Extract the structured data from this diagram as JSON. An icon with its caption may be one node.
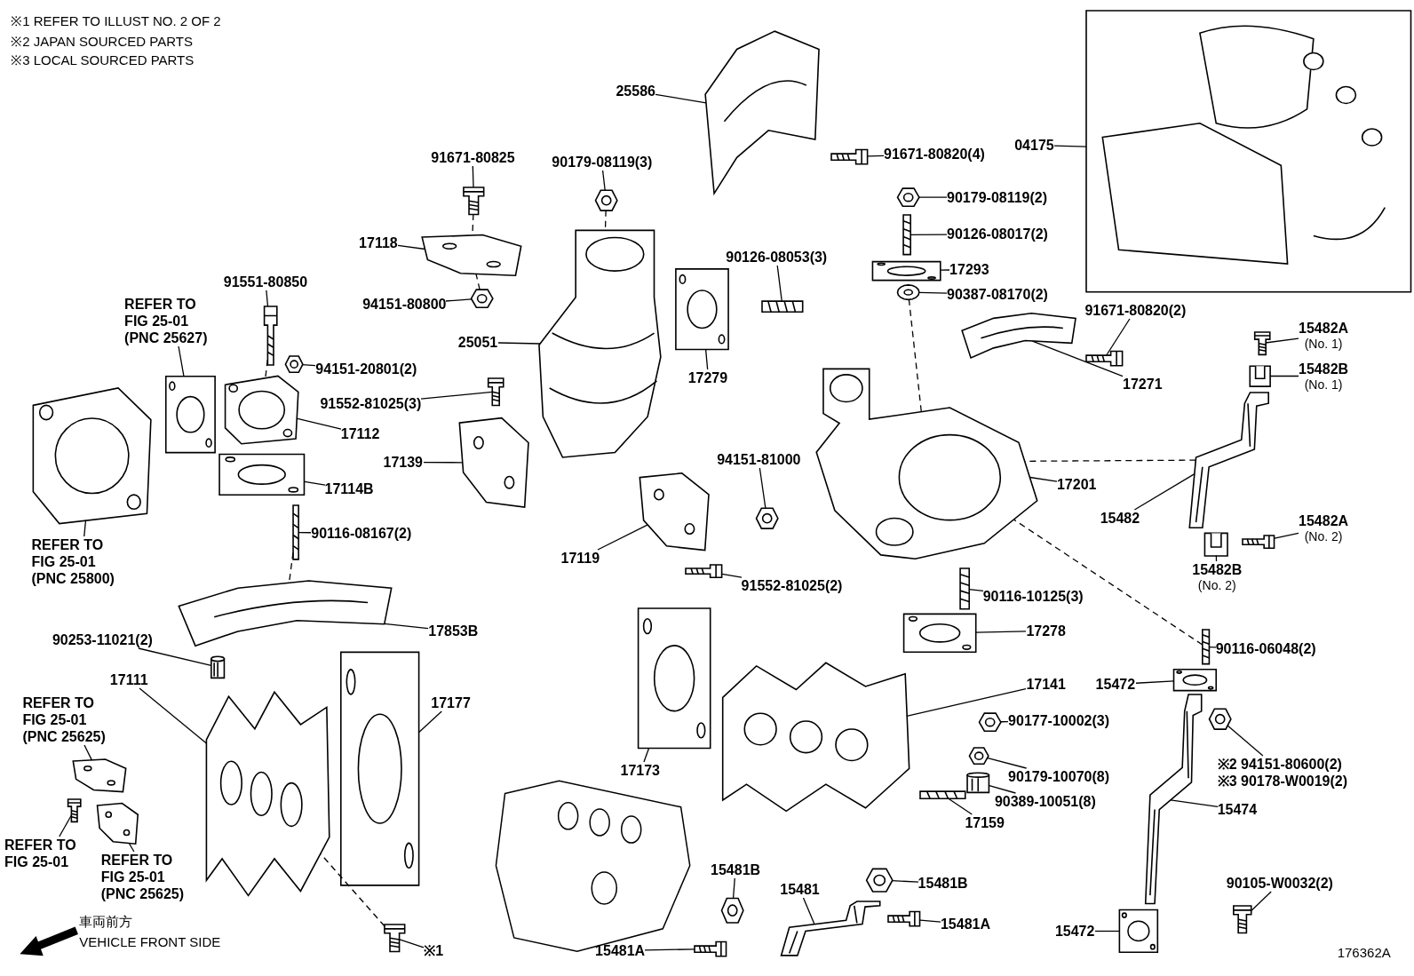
{
  "diagram": {
    "nodes": [
      {
        "text": [
          "25586"
        ]
      },
      {
        "text": [],
        "shape": "picture"
      },
      {
        "text": [
          "91671-80825"
        ]
      },
      {
        "text": [],
        "shape": "picture"
      },
      {
        "text": [
          "90179-08119(3)"
        ]
      },
      {
        "text": [],
        "shape": "picture"
      },
      {
        "text": [
          "91671-80820(4)"
        ]
      },
      {
        "text": [],
        "shape": "picture"
      },
      {
        "text": [
          "04175"
        ]
      },
      {
        "text": [],
        "shape": "picture"
      },
      {
        "text": [
          "17118"
        ]
      },
      {
        "text": [],
        "shape": "picture"
      },
      {
        "text": [
          "90179-08119(2)"
        ]
      },
      {
        "text": [],
        "shape": "picture"
      },
      {
        "text": [
          "90126-08017(2)"
        ]
      },
      {
        "text": [],
        "shape": "picture"
      },
      {
        "text": [
          "17293"
        ]
      },
      {
        "text": [],
        "shape": "picture"
      },
      {
        "text": [
          "90387-08170(2)"
        ]
      },
      {
        "text": [],
        "shape": "picture"
      },
      {
        "text": [
          "91551-80850"
        ]
      },
      {
        "text": [],
        "shape": "picture"
      },
      {
        "text": [
          "94151-80800"
        ]
      },
      {
        "text": [],
        "shape": "picture"
      },
      {
        "text": [
          "90126-08053(3)"
        ]
      },
      {
        "text": [],
        "shape": "picture"
      },
      {
        "text": [
          "REFER TO FIG 25-01 (PNC 25627)"
        ]
      },
      {
        "text": [],
        "shape": "picture"
      },
      {
        "text": [
          "25051"
        ]
      },
      {
        "text": [],
        "shape": "picture"
      },
      {
        "text": [
          "17279"
        ]
      },
      {
        "text": [],
        "shape": "picture"
      },
      {
        "text": [
          "94151-20801(2)"
        ]
      },
      {
        "text": [],
        "shape": "picture"
      },
      {
        "text": [
          "91552-81025(3)"
        ]
      },
      {
        "text": [],
        "shape": "picture"
      },
      {
        "text": [
          "17112"
        ]
      },
      {
        "text": [],
        "shape": "picture"
      },
      {
        "text": [
          "17139"
        ]
      },
      {
        "text": [],
        "shape": "picture"
      },
      {
        "text": [
          "17114B"
        ]
      },
      {
        "text": [],
        "shape": "picture"
      },
      {
        "text": [
          "94151-81000"
        ]
      },
      {
        "text": [],
        "shape": "picture"
      },
      {
        "text": [
          "17201"
        ]
      },
      {
        "text": [],
        "shape": "picture"
      },
      {
        "text": [
          "91671-80820(2)"
        ]
      },
      {
        "text": [],
        "shape": "picture"
      },
      {
        "text": [
          "17271"
        ]
      },
      {
        "text": [],
        "shape": "picture"
      },
      {
        "text": [
          "15482A",
          "(No. 1)"
        ]
      },
      {
        "text": [],
        "shape": "picture"
      },
      {
        "text": [
          "15482B",
          "(No. 1)"
        ]
      },
      {
        "text": [],
        "shape": "picture"
      },
      {
        "text": [
          "15482"
        ]
      },
      {
        "text": [],
        "shape": "picture"
      },
      {
        "text": [
          "15482A",
          "(No. 2)"
        ]
      },
      {
        "text": [],
        "shape": "picture"
      },
      {
        "text": [
          "15482B",
          "(No. 2)"
        ]
      },
      {
        "text": [],
        "shape": "picture"
      },
      {
        "text": [
          "REFER TO FIG 25-01 (PNC 25800)"
        ]
      },
      {
        "text": [],
        "shape": "picture"
      },
      {
        "text": [
          "90116-08167(2)"
        ]
      },
      {
        "text": [],
        "shape": "picture"
      },
      {
        "text": [
          "17119"
        ]
      },
      {
        "text": [],
        "shape": "picture"
      },
      {
        "text": [
          "91552-81025(2)"
        ]
      },
      {
        "text": [],
        "shape": "picture"
      },
      {
        "text": [
          "90116-10125(3)"
        ]
      },
      {
        "text": [],
        "shape": "picture"
      },
      {
        "text": [
          "17278"
        ]
      },
      {
        "text": [],
        "shape": "picture"
      },
      {
        "text": [
          "17853B"
        ]
      },
      {
        "text": [],
        "shape": "picture"
      },
      {
        "text": [
          "90253-11021(2)"
        ]
      },
      {
        "text": [],
        "shape": "cylinder"
      },
      {
        "text": [
          "17111"
        ]
      },
      {
        "text": [],
        "shape": "picture"
      },
      {
        "text": [
          "17177"
        ]
      },
      {
        "text": [],
        "shape": "picture"
      },
      {
        "text": [
          "17173"
        ]
      },
      {
        "text": [],
        "shape": "picture"
      },
      {
        "text": [
          "17141"
        ]
      },
      {
        "text": [],
        "shape": "picture"
      },
      {
        "text": [
          "90116-06048(2)"
        ]
      },
      {
        "text": [],
        "shape": "picture"
      },
      {
        "text": [
          "15472"
        ]
      },
      {
        "text": [],
        "shape": "picture"
      },
      {
        "text": [
          "90177-10002(3)"
        ]
      },
      {
        "text": [],
        "shape": "picture"
      },
      {
        "text": [
          "※2 94151-80600(2)",
          "※3 90178-W0019(2)"
        ]
      },
      {
        "text": [],
        "shape": "picture"
      },
      {
        "text": [
          "90179-10070(8)"
        ]
      },
      {
        "text": [],
        "shape": "picture"
      },
      {
        "text": [
          "90389-10051(8)"
        ]
      },
      {
        "text": [],
        "shape": "cylinder"
      },
      {
        "text": [
          "17159"
        ]
      },
      {
        "text": [],
        "shape": "picture"
      },
      {
        "text": [
          "15474"
        ]
      },
      {
        "text": [],
        "shape": "picture"
      },
      {
        "text": [
          "REFER TO FIG 25-01 (PNC 25625)"
        ]
      },
      {
        "text": [],
        "shape": "picture"
      },
      {
        "text": [
          "REFER TO FIG 25-01"
        ]
      },
      {
        "text": [],
        "shape": "picture"
      },
      {
        "text": [
          "REFER TO FIG 25-01 (PNC 25625)"
        ]
      },
      {
        "text": [],
        "shape": "picture"
      },
      {
        "text": [
          "15481B"
        ]
      },
      {
        "text": [],
        "shape": "picture"
      },
      {
        "text": [
          "15481"
        ]
      },
      {
        "text": [],
        "shape": "picture"
      },
      {
        "text": [
          "15481B"
        ]
      },
      {
        "text": [],
        "shape": "picture"
      },
      {
        "text": [
          "15481A"
        ]
      },
      {
        "text": [],
        "shape": "picture"
      },
      {
        "text": [
          "15481A"
        ]
      },
      {
        "text": [],
        "shape": "picture"
      },
      {
        "text": [
          "90105-W0032(2)"
        ]
      },
      {
        "text": [],
        "shape": "picture"
      },
      {
        "text": [
          "15472"
        ]
      },
      {
        "text": [],
        "shape": "picture"
      },
      {
        "text": [
          "※1"
        ]
      },
      {
        "text": [],
        "shape": "picture"
      }
    ],
    "edges": [
      {
        "from": 0,
        "to": 1,
        "arrow": "none"
      },
      {
        "from": 2,
        "to": 3,
        "arrow": "none"
      },
      {
        "from": 4,
        "to": 5,
        "arrow": "none"
      },
      {
        "from": 6,
        "to": 7,
        "arrow": "none"
      },
      {
        "from": 8,
        "to": 9,
        "arrow": "none"
      },
      {
        "from": 10,
        "to": 11,
        "arrow": "none"
      },
      {
        "from": 12,
        "to": 13,
        "arrow": "none"
      },
      {
        "from": 14,
        "to": 15,
        "arrow": "none"
      },
      {
        "from": 16,
        "to": 17,
        "arrow": "none"
      },
      {
        "from": 18,
        "to": 19,
        "arrow": "none"
      },
      {
        "from": 20,
        "to": 21,
        "arrow": "none"
      },
      {
        "from": 22,
        "to": 23,
        "arrow": "none"
      },
      {
        "from": 24,
        "to": 25,
        "arrow": "none"
      },
      {
        "from": 26,
        "to": 27,
        "arrow": "none"
      },
      {
        "from": 28,
        "to": 29,
        "arrow": "none"
      },
      {
        "from": 30,
        "to": 31,
        "arrow": "none"
      },
      {
        "from": 32,
        "to": 33,
        "arrow": "none"
      },
      {
        "from": 34,
        "to": 35,
        "arrow": "none"
      },
      {
        "from": 36,
        "to": 37,
        "arrow": "none"
      },
      {
        "from": 38,
        "to": 39,
        "arrow": "none"
      },
      {
        "from": 40,
        "to": 41,
        "arrow": "none"
      },
      {
        "from": 42,
        "to": 43,
        "arrow": "none"
      },
      {
        "from": 44,
        "to": 45,
        "arrow": "none"
      },
      {
        "from": 46,
        "to": 47,
        "arrow": "none"
      },
      {
        "from": 48,
        "to": 49,
        "arrow": "none"
      },
      {
        "from": 50,
        "to": 51,
        "arrow": "none"
      },
      {
        "from": 52,
        "to": 53,
        "arrow": "none"
      },
      {
        "from": 54,
        "to": 55,
        "arrow": "none"
      },
      {
        "from": 56,
        "to": 57,
        "arrow": "none"
      },
      {
        "from": 58,
        "to": 59,
        "arrow": "none"
      },
      {
        "from": 60,
        "to": 61,
        "arrow": "none"
      },
      {
        "from": 62,
        "to": 63,
        "arrow": "none"
      },
      {
        "from": 64,
        "to": 65,
        "arrow": "none"
      },
      {
        "from": 66,
        "to": 67,
        "arrow": "none"
      },
      {
        "from": 68,
        "to": 69,
        "arrow": "none"
      },
      {
        "from": 70,
        "to": 71,
        "arrow": "none"
      },
      {
        "from": 72,
        "to": 73,
        "arrow": "none"
      },
      {
        "from": 74,
        "to": 75,
        "arrow": "none"
      },
      {
        "from": 76,
        "to": 77,
        "arrow": "none"
      },
      {
        "from": 78,
        "to": 79,
        "arrow": "none"
      },
      {
        "from": 80,
        "to": 81,
        "arrow": "none"
      },
      {
        "from": 82,
        "to": 83,
        "arrow": "none"
      },
      {
        "from": 84,
        "to": 85,
        "arrow": "none"
      },
      {
        "from": 86,
        "to": 87,
        "arrow": "none"
      },
      {
        "from": 88,
        "to": 89,
        "arrow": "none"
      },
      {
        "from": 90,
        "to": 91,
        "arrow": "none"
      },
      {
        "from": 92,
        "to": 93,
        "arrow": "none"
      },
      {
        "from": 94,
        "to": 95,
        "arrow": "none"
      },
      {
        "from": 96,
        "to": 97,
        "arrow": "none"
      },
      {
        "from": 98,
        "to": 99,
        "arrow": "none"
      },
      {
        "from": 100,
        "to": 101,
        "arrow": "none"
      },
      {
        "from": 102,
        "to": 103,
        "arrow": "none"
      },
      {
        "from": 104,
        "to": 105,
        "arrow": "none"
      },
      {
        "from": 106,
        "to": 107,
        "arrow": "none"
      },
      {
        "from": 108,
        "to": 109,
        "arrow": "none"
      },
      {
        "from": 110,
        "to": 111,
        "arrow": "none"
      },
      {
        "from": 112,
        "to": 113,
        "arrow": "none"
      },
      {
        "from": 114,
        "to": 115,
        "arrow": "none"
      },
      {
        "from": 116,
        "to": 117,
        "arrow": "none"
      },
      {
        "from": 118,
        "to": 119,
        "arrow": "none"
      },
      {
        "from": 120,
        "to": 121,
        "arrow": "none"
      },
      {
        "from": 3,
        "to": 11,
        "arrow": "none",
        "style": "dashed"
      },
      {
        "from": 5,
        "to": 29,
        "arrow": "none",
        "style": "dashed"
      },
      {
        "from": 23,
        "to": 11,
        "arrow": "none",
        "style": "dashed"
      },
      {
        "from": 19,
        "to": 45,
        "arrow": "none",
        "style": "dashed"
      },
      {
        "from": 21,
        "to": 37,
        "arrow": "none",
        "style": "dashed"
      },
      {
        "from": 63,
        "to": 73,
        "arrow": "none",
        "style": "dashed"
      },
      {
        "from": 121,
        "to": 77,
        "arrow": "none",
        "style": "dashed"
      },
      {
        "from": 85,
        "to": 45,
        "arrow": "none",
        "style": "dashed"
      },
      {
        "from": 55,
        "to": 45,
        "arrow": "none",
        "style": "dashed"
      }
    ],
    "labels": [
      "※1 REFER TO ILLUST NO. 2 OF 2",
      "※2 JAPAN SOURCED PARTS",
      "※3 LOCAL SOURCED PARTS",
      "車両前方",
      "VEHICLE FRONT SIDE",
      "176362A"
    ]
  }
}
